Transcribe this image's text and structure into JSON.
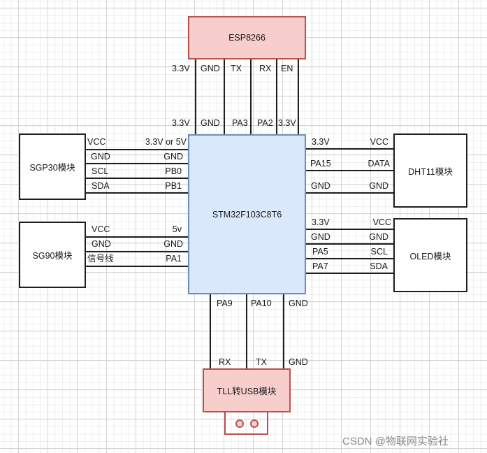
{
  "modules": {
    "esp8266": "ESP8266",
    "mcu": "STM32F103C8T6",
    "sgp30": "SGP30模块",
    "sg90": "SG90模块",
    "dht11": "DHT11模块",
    "oled": "OLED模块",
    "usb": "TLL转USB模块"
  },
  "esp8266_pins": {
    "module_side": [
      "3.3V",
      "GND",
      "TX",
      "RX",
      "EN"
    ],
    "mcu_side": [
      "3.3V",
      "GND",
      "PA3",
      "PA2",
      "3.3V"
    ]
  },
  "sgp30_pins": {
    "module_side": [
      "VCC",
      "GND",
      "SCL",
      "SDA"
    ],
    "mcu_side": [
      "3.3V or 5V",
      "GND",
      "PB0",
      "PB1"
    ]
  },
  "sg90_pins": {
    "module_side": [
      "VCC",
      "GND",
      "信号线"
    ],
    "mcu_side": [
      "5v",
      "GND",
      "PA1"
    ]
  },
  "dht11_pins": {
    "mcu_side": [
      "3.3V",
      "PA15",
      "GND"
    ],
    "module_side": [
      "VCC",
      "DATA",
      "GND"
    ]
  },
  "oled_pins": {
    "mcu_side": [
      "3.3V",
      "GND",
      "PA5",
      "PA7"
    ],
    "module_side": [
      "VCC",
      "GND",
      "SCL",
      "SDA"
    ]
  },
  "usb_pins": {
    "mcu_side": [
      "PA9",
      "PA10",
      "GND"
    ],
    "module_side": [
      "RX",
      "TX",
      "GND"
    ]
  },
  "watermark": "CSDN @物联网实验社"
}
